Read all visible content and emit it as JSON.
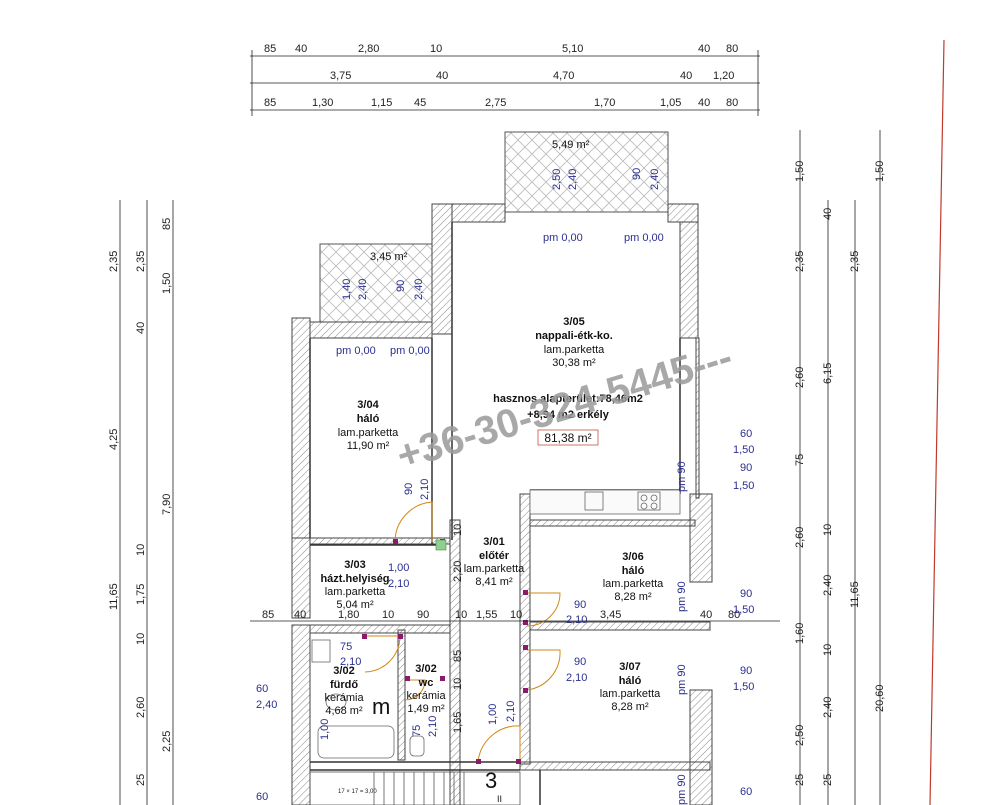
{
  "top_dims": {
    "row1": [
      "85",
      "40",
      "2,80",
      "10",
      "5,10",
      "40",
      "80"
    ],
    "row2": [
      "3,75",
      "40",
      "4,70",
      "40",
      "1,20"
    ],
    "row3": [
      "85",
      "1,30",
      "1,15",
      "45",
      "2,75",
      "1,70",
      "1,05",
      "40",
      "80"
    ]
  },
  "left_dims": {
    "col1": [
      "2,35",
      "4,25",
      "11,65",
      "2,60"
    ],
    "col2": [
      "2,35",
      "1,50",
      "40",
      "10",
      "1,75",
      "10",
      "2,25"
    ],
    "col3": [
      "85",
      "7,90",
      "25"
    ]
  },
  "right_dims": {
    "col1": [
      "1,50",
      "2,35",
      "2,60",
      "75",
      "2,60",
      "1,60",
      "2,50",
      "25"
    ],
    "col2": [
      "40",
      "6,15",
      "10",
      "2,40",
      "10",
      "2,40",
      "25"
    ],
    "col3": [
      "1,50",
      "2,35",
      "11,65",
      "20,60"
    ]
  },
  "balconies": [
    {
      "area": "5,49 m²",
      "dims": [
        "2,50",
        "2,40",
        "90",
        "2,40"
      ]
    },
    {
      "area": "3,45 m²",
      "dims": [
        "1,40",
        "2,40",
        "90",
        "2,40"
      ]
    }
  ],
  "rooms": {
    "r305": {
      "code": "3/05",
      "name": "nappali-étk-ko.",
      "floor": "lam.parketta",
      "area": "30,38 m²"
    },
    "r304": {
      "code": "3/04",
      "name": "háló",
      "floor": "lam.parketta",
      "area": "11,90 m²"
    },
    "r303": {
      "code": "3/03",
      "name": "házt.helyiség",
      "floor": "lam.parketta",
      "area": "5,04 m²"
    },
    "r301": {
      "code": "3/01",
      "name": "előtér",
      "floor": "lam.parketta",
      "area": "8,41 m²"
    },
    "r306": {
      "code": "3/06",
      "name": "háló",
      "floor": "lam.parketta",
      "area": "8,28 m²"
    },
    "r307": {
      "code": "3/07",
      "name": "háló",
      "floor": "lam.parketta",
      "area": "8,28 m²"
    },
    "r302a": {
      "code": "3/02",
      "name": "fürdő",
      "floor": "kerámia",
      "area": "4,68 m²"
    },
    "r302b": {
      "code": "3/02",
      "name": "wc",
      "floor": "kerámia",
      "area": "1,49 m²"
    }
  },
  "summary": {
    "line1": "hasznos alapterület:78,46m2",
    "line2": "+8,94 m2 erkély",
    "total": "81,38 m²"
  },
  "watermark": "+36-30-324-5445---",
  "pm_labels": [
    "pm 0,00",
    "pm 0,00",
    "pm 0,00",
    "pm 0,00",
    "pm 90",
    "pm 90",
    "pm 90",
    "pm 90"
  ],
  "door_labels": [
    "90",
    "2,10",
    "1,00",
    "2,10",
    "90",
    "2,10",
    "90",
    "2,10",
    "75",
    "2,10",
    "1,00",
    "2,10",
    "75",
    "2,10"
  ],
  "wall_dims_mid": [
    "85",
    "40",
    "1,80",
    "10",
    "90",
    "10",
    "1,55",
    "10",
    "3,45",
    "40",
    "80"
  ],
  "side_small": [
    "60",
    "1,50",
    "90",
    "1,50",
    "90",
    "1,50",
    "90",
    "1,50",
    "60",
    "2,40",
    "60"
  ],
  "misc": {
    "m_label": "m",
    "stair_num": "3",
    "stair_ii": "II",
    "stair_note": "17 × 17 = 3,00",
    "vert_labels": [
      "2,20",
      "85",
      "1,65",
      "1,00",
      "10",
      "10"
    ]
  },
  "colors": {
    "dim_blue": "#2b2f8f",
    "door": "#d08a1a",
    "wall_hatch": "#777777",
    "red_line": "#c0392b"
  }
}
